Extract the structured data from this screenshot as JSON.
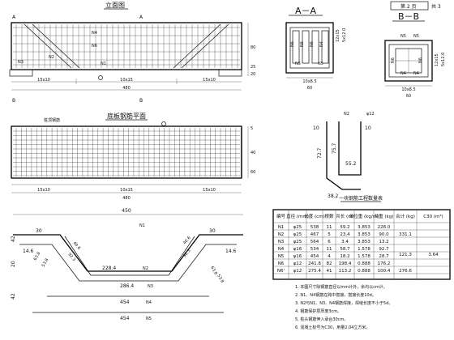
{
  "drawing": {
    "front_elevation": {
      "title": "立面图",
      "section_mark_a": "A",
      "section_mark_b": "B",
      "n_labels": [
        "N4",
        "N6",
        "N2",
        "N1",
        "N3"
      ],
      "dims": [
        "15x10",
        "10x15",
        "15x10",
        "480"
      ],
      "height_dims": [
        "80",
        "25",
        "20"
      ]
    },
    "plan": {
      "title": "底板钢筋平面",
      "title_left": "桩顶钢筋",
      "dims": [
        "15x10",
        "10x15",
        "15x10",
        "480"
      ],
      "side_dims": [
        "5",
        "40",
        "60"
      ]
    },
    "section_aa": {
      "title": "A－A",
      "labels": [
        "N6",
        "N6",
        "N6",
        "N4",
        "N5",
        "N5"
      ],
      "dims": [
        "10x8.5",
        "60",
        "12x15",
        "5x12.0"
      ]
    },
    "section_bb": {
      "title": "B－B",
      "labels": [
        "N6",
        "N6",
        "N4",
        "N4",
        "N5",
        "N5"
      ],
      "dims": [
        "10x8.5",
        "60",
        "12x15",
        "5x12.0"
      ]
    },
    "sheet": {
      "page_label": "第 2 页",
      "page_total": "共 3"
    },
    "bent_bar": {
      "dims": [
        "10",
        "10",
        "72.7",
        "75.7",
        "55.2",
        "38.2"
      ],
      "labels": [
        "N2",
        "φ12"
      ]
    },
    "bar_shape": {
      "dims": [
        "450",
        "30",
        "30",
        "42",
        "20",
        "42",
        "14.6",
        "14.6",
        "228.4",
        "286.4",
        "454",
        "454"
      ],
      "labels": [
        "N1",
        "N2",
        "N3",
        "N4",
        "N5",
        "63.8",
        "53.8",
        "92.3",
        "92.3",
        "63.8",
        "53.8",
        "40.6",
        "40.6"
      ]
    },
    "table": {
      "title": "一块钢筋工程数量表",
      "headers": [
        "编号",
        "直径 (mm)",
        "长度 (cm)",
        "根数",
        "共长 (m)",
        "单位重 (kg/m)",
        "共重 (kg)",
        "合计 (kg)",
        "C30 (m³)"
      ],
      "rows": [
        [
          "N1",
          "φ25",
          "538",
          "11",
          "59.2",
          "3.853",
          "228.0"
        ],
        [
          "N2",
          "φ25",
          "467",
          "5",
          "23.4",
          "3.853",
          "90.0"
        ],
        [
          "N3",
          "φ25",
          "564",
          "6",
          "3.4",
          "3.853",
          "13.2"
        ],
        [
          "N4",
          "φ16",
          "534",
          "11",
          "58.7",
          "1.578",
          "92.7"
        ],
        [
          "N5",
          "φ16",
          "454",
          "4",
          "18.2",
          "1.578",
          "28.7"
        ],
        [
          "N6",
          "φ12",
          "241.8",
          "82",
          "198.4",
          "0.888",
          "176.2"
        ],
        [
          "N6'",
          "φ12",
          "275.4",
          "41",
          "113.2",
          "0.888",
          "100.4"
        ]
      ],
      "totals": [
        "331.1",
        "121.3",
        "276.6"
      ],
      "concrete": "3.64"
    },
    "notes": [
      "1. 本图尺寸除钢筋直径以mm计外，余均以cm计。",
      "2. N1、N4钢筋在跨中搭接，搭接长度10d。",
      "3. N2与N1、N3、N4钢筋焊接，焊缝长度不小于5d。",
      "4. 钢筋保护层厚度3cm。",
      "5. 桩头钢筋伸入承台30cm。",
      "6. 混凝土标号为C30，用量2.04立方米。"
    ]
  }
}
